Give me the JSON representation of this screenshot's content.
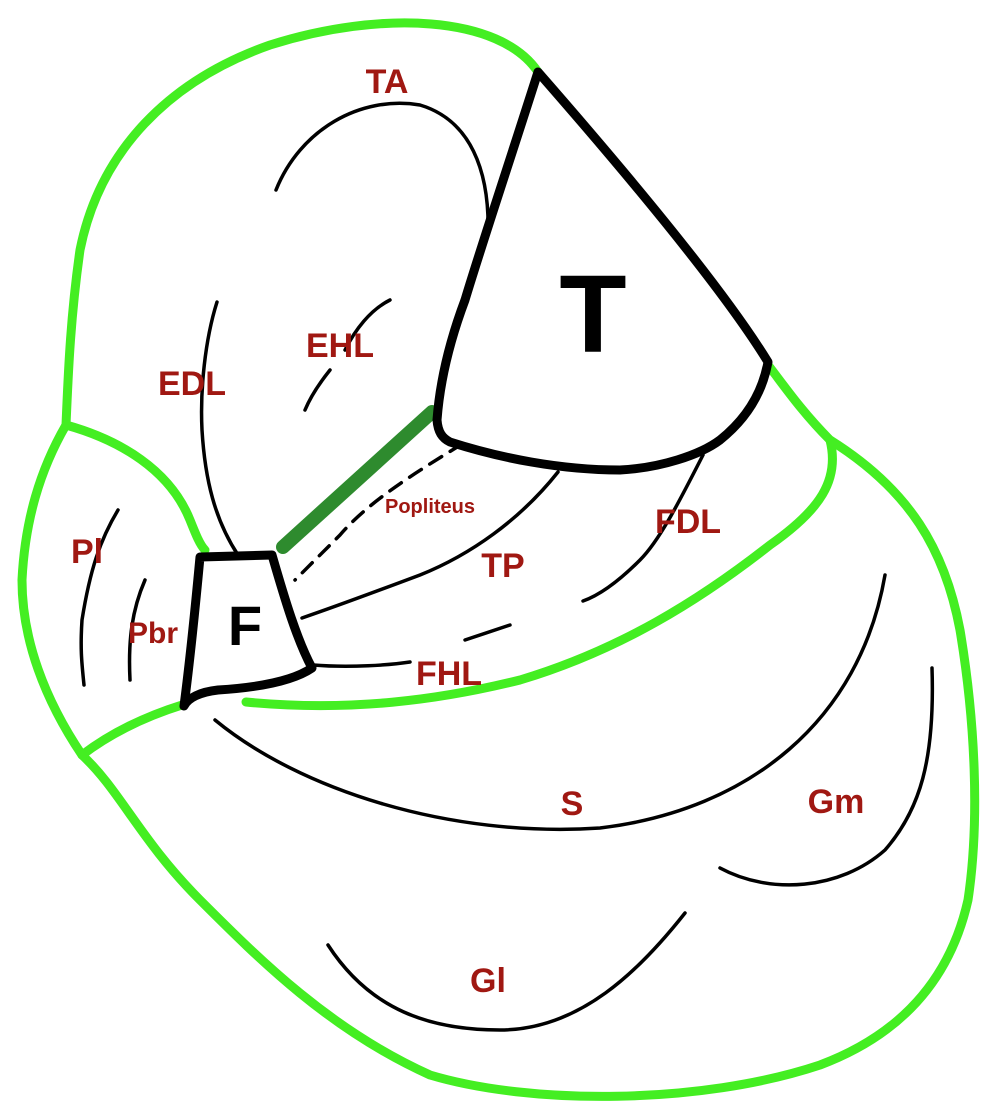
{
  "colors": {
    "compartment_outline": "#44ee22",
    "interosseous_band": "#2e8b2e",
    "bone_outline": "#000000",
    "muscle_label": "#a01812",
    "bone_label": "#000000"
  },
  "labels": {
    "tibia": "T",
    "fibula": "F",
    "tibialis_anterior": "TA",
    "extensor_hallucis_longus": "EHL",
    "extensor_digitorum_longus": "EDL",
    "popliteus": "Popliteus",
    "flexor_digitorum_longus": "FDL",
    "tibialis_posterior": "TP",
    "flexor_hallucis_longus": "FHL",
    "peroneus_longus": "Pl",
    "peroneus_brevis": "Pbr",
    "soleus": "S",
    "gastrocnemius_medial": "Gm",
    "gastrocnemius_lateral": "Gl"
  }
}
